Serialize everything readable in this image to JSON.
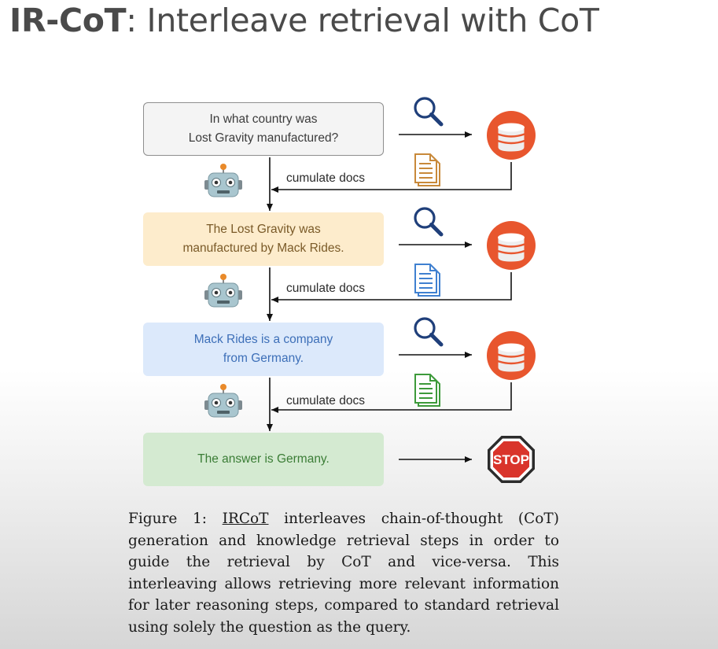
{
  "title": {
    "bold": "IR-CoT",
    "rest": ": Interleave retrieval with CoT"
  },
  "diagram": {
    "steps": [
      {
        "text": "In what country was\nLost Gravity manufactured?"
      },
      {
        "text": "The Lost Gravity was\nmanufactured by Mack Rides."
      },
      {
        "text": "Mack Rides is a company\nfrom Germany."
      },
      {
        "text": "The answer is Germany."
      }
    ],
    "cumulate_label": "cumulate docs",
    "stop_label": "STOP",
    "doc_colors": [
      "#c8893a",
      "#3f80d0",
      "#3d9a3a"
    ],
    "database_color": "#e8562e",
    "search_icon_color": "#1f3f7a"
  },
  "caption": {
    "prefix": "Figure 1: ",
    "link": "IRCoT",
    "body": " interleaves chain-of-thought (CoT) generation and knowledge retrieval steps in order to guide the retrieval by CoT and vice-versa. This interleaving allows retrieving more relevant information for later reasoning steps, compared to standard retrieval using solely the question as the query."
  }
}
